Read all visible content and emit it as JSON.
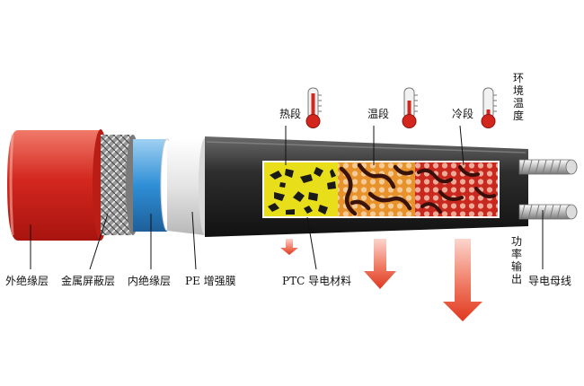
{
  "labels": {
    "outer_insulation": "外绝缘层",
    "metal_shield": "金属屏蔽层",
    "inner_insulation": "内绝缘层",
    "pe_film": "PE 增强膜",
    "ptc_material": "PTC 导电材料",
    "bus_wire": "导电母线",
    "power_output": "功率输出",
    "env_temperature": "环境温度"
  },
  "zones": [
    {
      "label": "热段",
      "color": "#e8de1a"
    },
    {
      "label": "温段",
      "color": "#e8922c"
    },
    {
      "label": "冷段",
      "color": "#c8281e"
    }
  ],
  "colors": {
    "jacket_red": "#d3271e",
    "shield_gray": "#8a8a8a",
    "inner_blue": "#2f8fd6",
    "pe_white": "#eeeeee",
    "core_black": "#2e2e2e",
    "arrow_red": "#e8432e"
  },
  "icons": [
    "thermometer-icon",
    "down-arrow-icon"
  ]
}
